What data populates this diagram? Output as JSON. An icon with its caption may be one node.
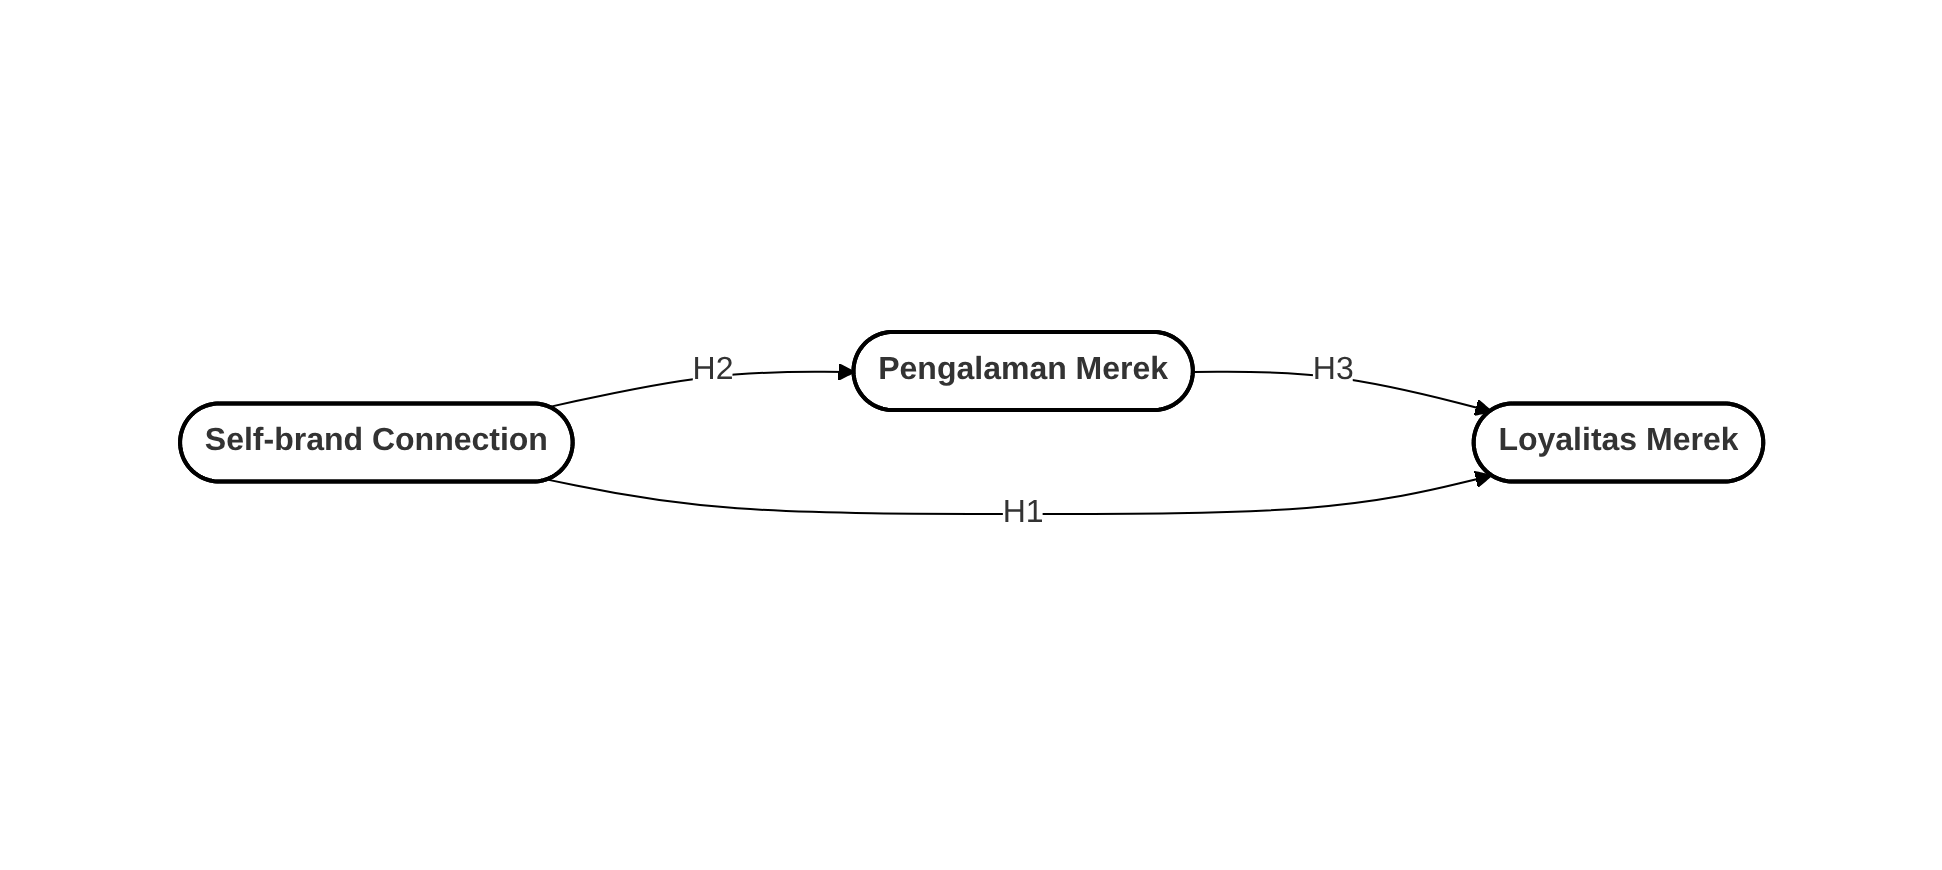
{
  "diagram": {
    "nodes": [
      {
        "text": [
          "Self-brand Connection"
        ]
      },
      {
        "text": [
          "Pengalaman Merek"
        ]
      },
      {
        "text": [
          "Loyalitas Merek"
        ]
      }
    ],
    "edges": [
      {
        "from": 0,
        "to": 1,
        "arrow": "to",
        "label": "H2"
      },
      {
        "from": 1,
        "to": 2,
        "arrow": "to",
        "label": "H3"
      },
      {
        "from": 0,
        "to": 2,
        "arrow": "to",
        "label": "H1"
      }
    ]
  }
}
